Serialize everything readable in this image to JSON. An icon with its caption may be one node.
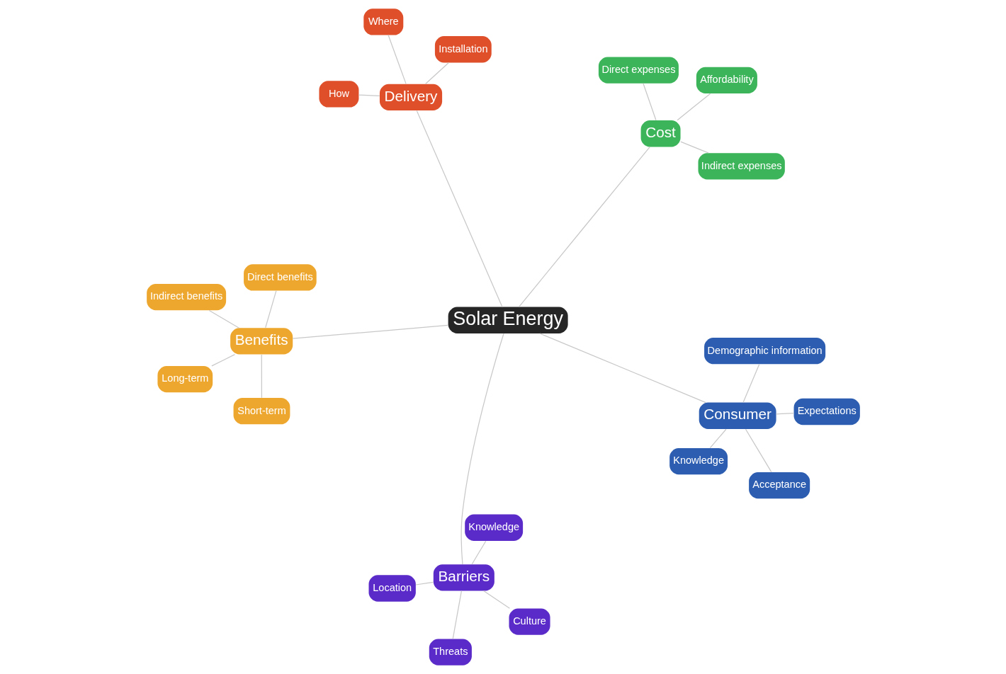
{
  "diagram": {
    "nodes": [
      {
        "text": [
          "Solar Energy"
        ]
      },
      {
        "text": [
          "Consumer"
        ]
      },
      {
        "text": [
          "Acceptance"
        ]
      },
      {
        "text": [
          "Demographic information"
        ]
      },
      {
        "text": [
          "Expectations"
        ]
      },
      {
        "text": [
          "Knowledge"
        ]
      },
      {
        "text": [
          "Barriers"
        ]
      },
      {
        "text": [
          "Culture"
        ]
      },
      {
        "text": [
          "Location"
        ]
      },
      {
        "text": [
          "Threats"
        ]
      },
      {
        "text": [
          "Knowledge"
        ]
      },
      {
        "text": [
          "Cost"
        ]
      },
      {
        "text": [
          "Indirect expenses"
        ]
      },
      {
        "text": [
          "Affordability"
        ]
      },
      {
        "text": [
          "Direct expenses"
        ]
      },
      {
        "text": [
          "Benefits"
        ]
      },
      {
        "text": [
          "Short-term"
        ]
      },
      {
        "text": [
          "Indirect benefits"
        ]
      },
      {
        "text": [
          "Long-term"
        ]
      },
      {
        "text": [
          "Direct benefits"
        ]
      },
      {
        "text": [
          "Delivery"
        ]
      },
      {
        "text": [
          "How"
        ]
      },
      {
        "text": [
          "Where"
        ]
      },
      {
        "text": [
          "Installation"
        ]
      }
    ],
    "edges": [
      {
        "from": 0,
        "to": 1,
        "arrow": "none"
      },
      {
        "from": 1,
        "to": 2,
        "arrow": "none"
      },
      {
        "from": 1,
        "to": 3,
        "arrow": "none"
      },
      {
        "from": 1,
        "to": 4,
        "arrow": "none"
      },
      {
        "from": 1,
        "to": 5,
        "arrow": "none"
      },
      {
        "from": 0,
        "to": 6,
        "arrow": "none"
      },
      {
        "from": 6,
        "to": 7,
        "arrow": "none"
      },
      {
        "from": 6,
        "to": 8,
        "arrow": "none"
      },
      {
        "from": 6,
        "to": 9,
        "arrow": "none"
      },
      {
        "from": 6,
        "to": 10,
        "arrow": "none"
      },
      {
        "from": 0,
        "to": 11,
        "arrow": "none"
      },
      {
        "from": 11,
        "to": 12,
        "arrow": "none"
      },
      {
        "from": 11,
        "to": 13,
        "arrow": "none"
      },
      {
        "from": 11,
        "to": 14,
        "arrow": "none"
      },
      {
        "from": 0,
        "to": 15,
        "arrow": "none"
      },
      {
        "from": 15,
        "to": 16,
        "arrow": "none"
      },
      {
        "from": 15,
        "to": 17,
        "arrow": "none"
      },
      {
        "from": 15,
        "to": 18,
        "arrow": "none"
      },
      {
        "from": 15,
        "to": 19,
        "arrow": "none"
      },
      {
        "from": 0,
        "to": 20,
        "arrow": "none"
      },
      {
        "from": 20,
        "to": 21,
        "arrow": "none"
      },
      {
        "from": 20,
        "to": 22,
        "arrow": "none"
      },
      {
        "from": 20,
        "to": 23,
        "arrow": "none"
      }
    ]
  }
}
